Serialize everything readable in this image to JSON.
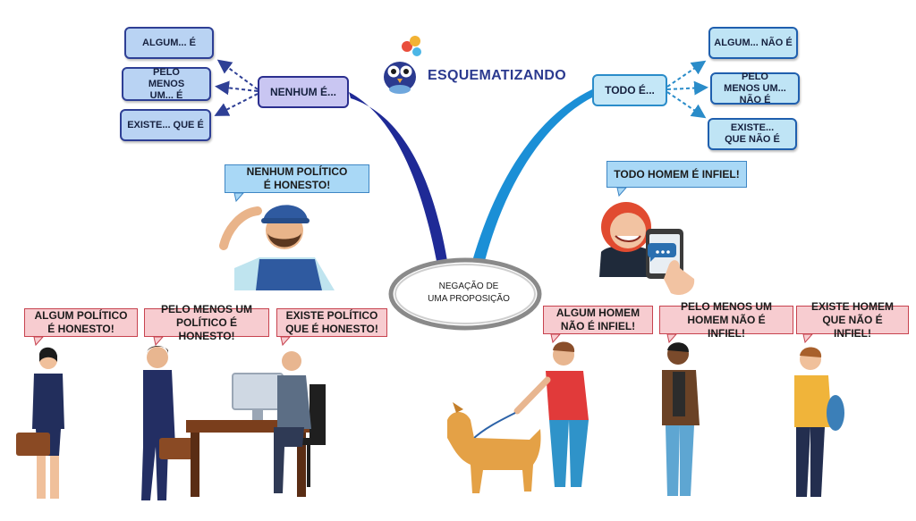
{
  "brand": {
    "name": "ESQUEMATIZANDO"
  },
  "center": {
    "line1": "NEGAÇÃO DE",
    "line2": "UMA PROPOSIÇÃO"
  },
  "left": {
    "hub": "NENHUM É...",
    "children": [
      "ALGUM... É",
      "PELO MENOS UM... É",
      "EXISTE... QUE É"
    ],
    "speech": "NENHUM POLÍTICO É HONESTO!",
    "examples": [
      "ALGUM POLÍTICO É HONESTO!",
      "PELO MENOS UM POLÍTICO É HONESTO!",
      "EXISTE POLÍTICO QUE É HONESTO!"
    ]
  },
  "right": {
    "hub": "TODO É...",
    "children": [
      "ALGUM... NÃO É",
      "PELO MENOS UM... NÃO É",
      "EXISTE... QUE NÃO É"
    ],
    "speech": "TODO HOMEM É INFIEL!",
    "examples": [
      "ALGUM HOMEM NÃO É INFIEL!",
      "PELO MENOS UM HOMEM NÃO É INFIEL!",
      "EXISTE HOMEM QUE NÃO É INFIEL!"
    ]
  },
  "colors": {
    "left_branch": "#1f2a96",
    "right_branch": "#1b8fd6",
    "accent_pink": "#f7ccd0",
    "accent_blue": "#a9d8f6"
  }
}
